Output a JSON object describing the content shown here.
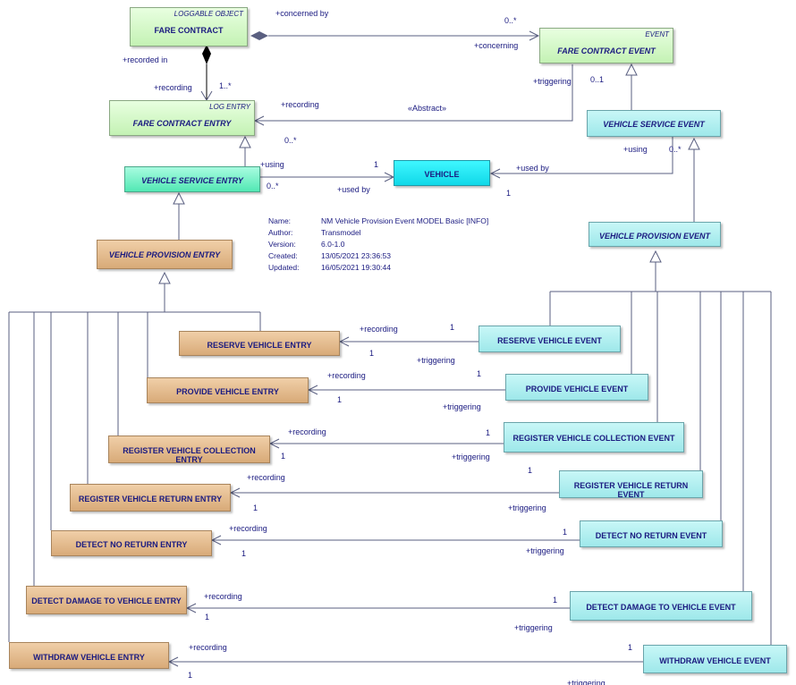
{
  "classes": {
    "fare_contract": {
      "stereotype": "LOGGABLE OBJECT",
      "name": "FARE CONTRACT"
    },
    "fare_contract_event": {
      "stereotype": "EVENT",
      "name": "FARE CONTRACT EVENT"
    },
    "fare_contract_entry": {
      "stereotype": "LOG ENTRY",
      "name": "FARE CONTRACT ENTRY"
    },
    "vehicle_service_event": {
      "name": "VEHICLE SERVICE EVENT"
    },
    "vehicle_service_entry": {
      "name": "VEHICLE SERVICE ENTRY"
    },
    "vehicle": {
      "name": "VEHICLE"
    },
    "vehicle_provision_event": {
      "name": "VEHICLE PROVISION EVENT"
    },
    "vehicle_provision_entry": {
      "name": "VEHICLE PROVISION ENTRY"
    },
    "entries": [
      "RESERVE VEHICLE ENTRY",
      "PROVIDE VEHICLE ENTRY",
      "REGISTER VEHICLE COLLECTION ENTRY",
      "REGISTER VEHICLE RETURN ENTRY",
      "DETECT NO RETURN ENTRY",
      "DETECT DAMAGE TO VEHICLE ENTRY",
      "WITHDRAW VEHICLE ENTRY"
    ],
    "events": [
      "RESERVE VEHICLE EVENT",
      "PROVIDE VEHICLE EVENT",
      "REGISTER VEHICLE COLLECTION EVENT",
      "REGISTER VEHICLE RETURN EVENT",
      "DETECT NO RETURN  EVENT",
      "DETECT DAMAGE TO VEHICLE  EVENT",
      "WITHDRAW VEHICLE EVENT"
    ]
  },
  "labels": {
    "concerned_by": "+concerned by",
    "concerning": "+concerning",
    "zero_many": "0..*",
    "recorded_in": "+recorded in",
    "recording": "+recording",
    "one_many": "1..*",
    "triggering": "+triggering",
    "zero_one": "0..1",
    "abstract": "«Abstract»",
    "zero_star": "0..*",
    "zero_dot_star": "0..*",
    "using": "+using",
    "used_by": "+used by",
    "one": "1"
  },
  "metadata": {
    "name_label": "Name:",
    "name_value": "NM Vehicle Provision Event MODEL Basic [INFO]",
    "author_label": "Author:",
    "author_value": "Transmodel",
    "version_label": "Version:",
    "version_value": "6.0-1.0",
    "created_label": "Created:",
    "created_value": "13/05/2021 23:36:53",
    "updated_label": "Updated:",
    "updated_value": "16/05/2021 19:30:44"
  }
}
